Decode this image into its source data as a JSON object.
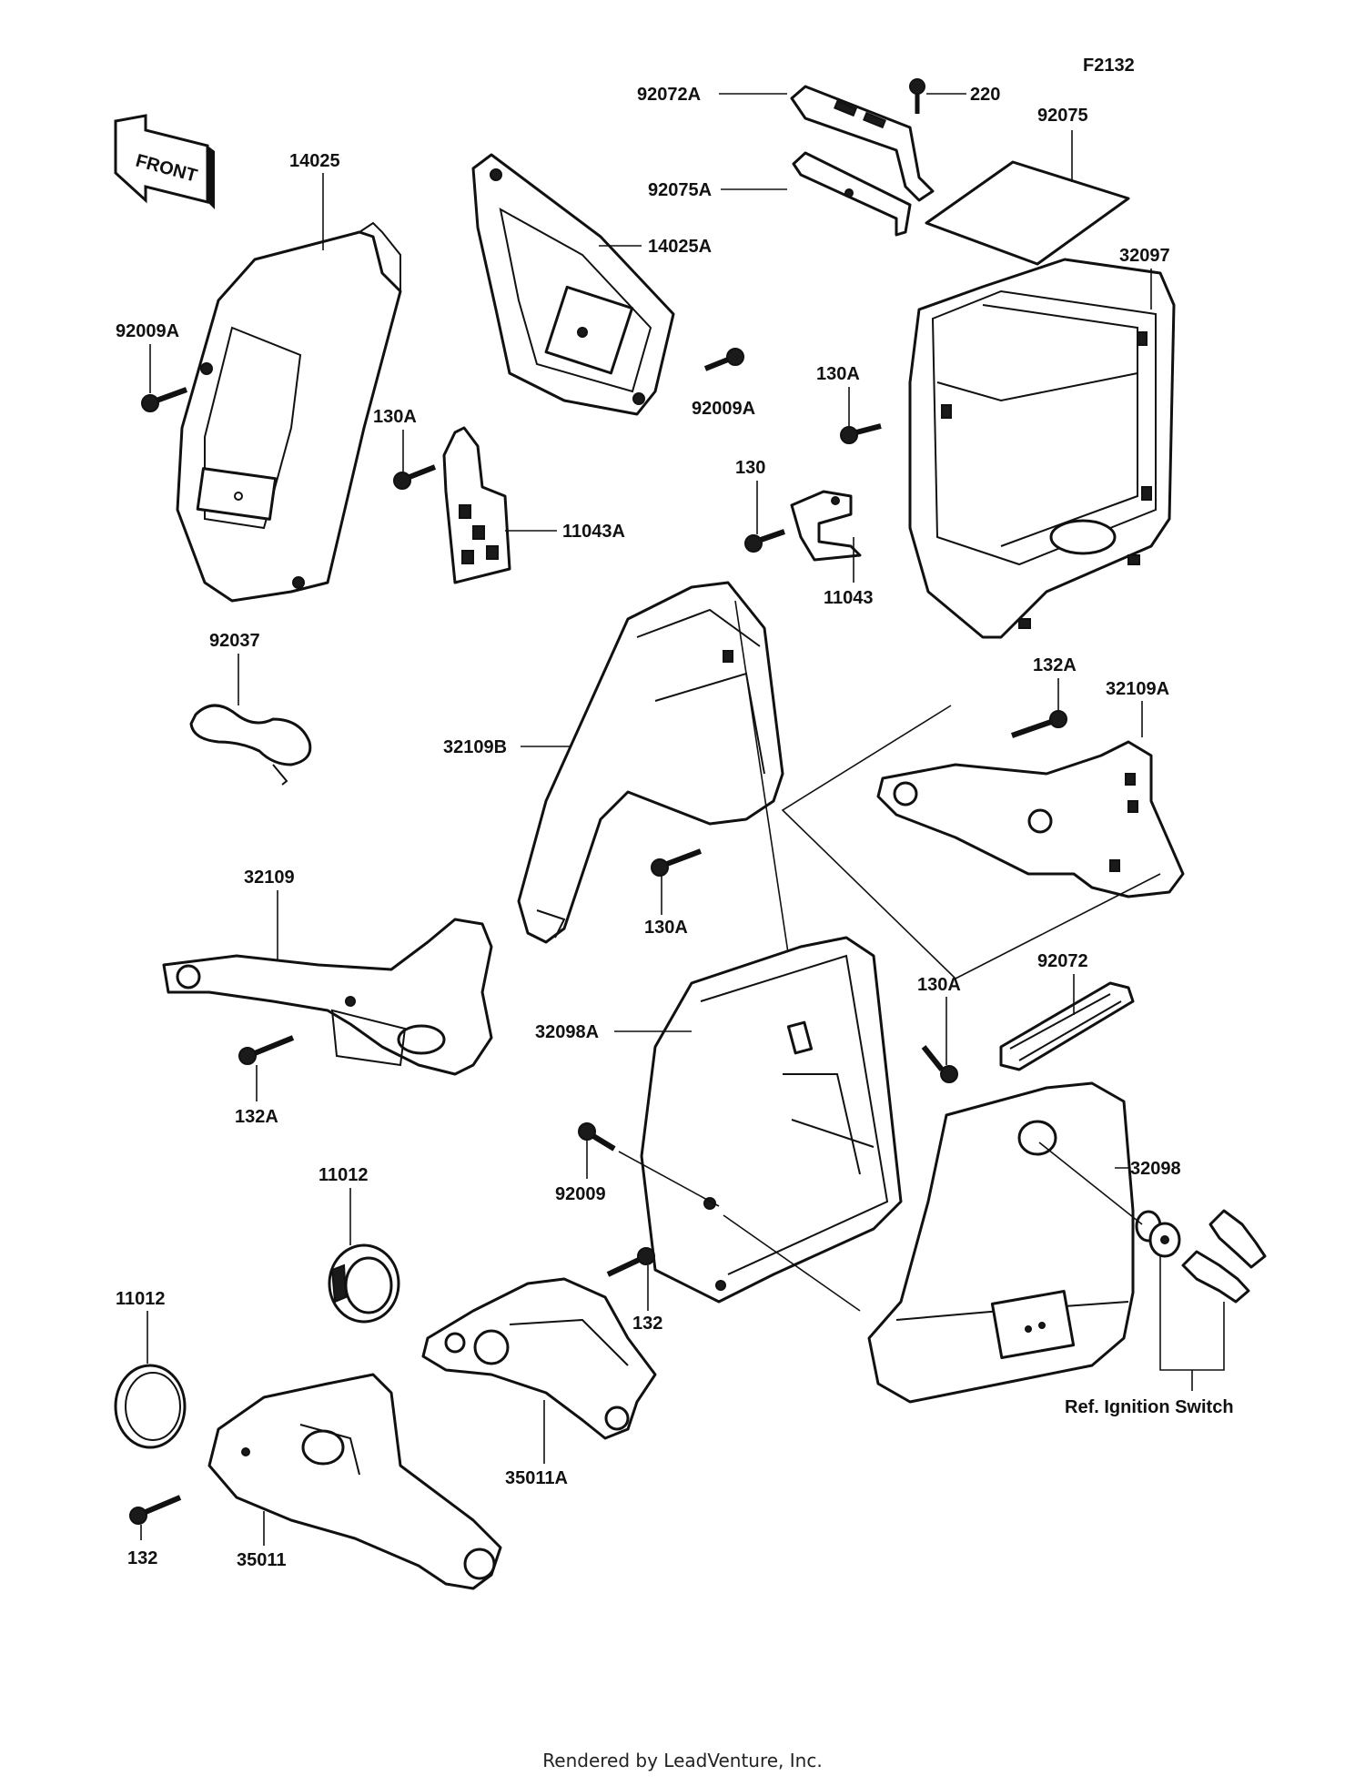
{
  "figure_id": "F2132",
  "front_arrow": "FRONT",
  "labels": {
    "p14025": "14025",
    "p92009A_l": "92009A",
    "p14025A": "14025A",
    "p92009A_r": "92009A",
    "p130A_a": "130A",
    "p11043A": "11043A",
    "p92037": "92037",
    "p92072A": "92072A",
    "p220": "220",
    "p92075": "92075",
    "p92075A": "92075A",
    "p32097": "32097",
    "p130A_b": "130A",
    "p130": "130",
    "p11043": "11043",
    "p132A_a": "132A",
    "p32109A": "32109A",
    "p32109B": "32109B",
    "p130A_c": "130A",
    "p32109": "32109",
    "p132A_b": "132A",
    "p130A_d": "130A",
    "p92072": "92072",
    "p32098A": "32098A",
    "p92009": "92009",
    "p32098": "32098",
    "p11012_a": "11012",
    "p11012_b": "11012",
    "p132_a": "132",
    "p35011A": "35011A",
    "p132_b": "132",
    "p35011": "35011",
    "ref_ignition": "Ref. Ignition Switch"
  },
  "footer": "Rendered by LeadVenture, Inc."
}
